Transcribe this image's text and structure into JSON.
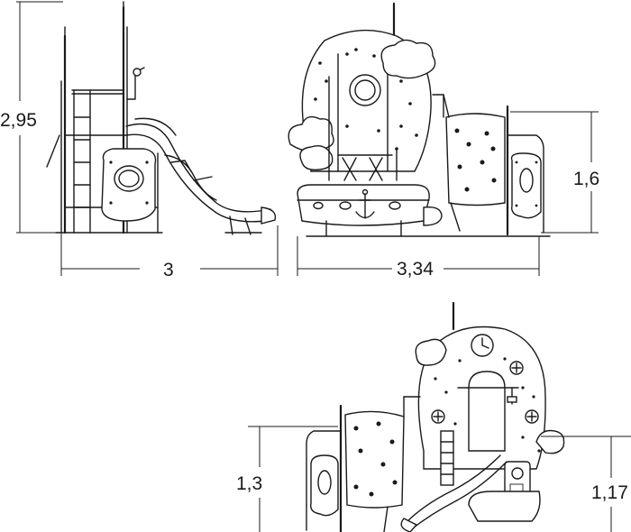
{
  "dimensions": {
    "side_height": "2,95",
    "side_width": "3",
    "front_height": "1,6",
    "front_width": "3,34",
    "rear_left_height": "1,3",
    "rear_right_height": "1,17"
  }
}
